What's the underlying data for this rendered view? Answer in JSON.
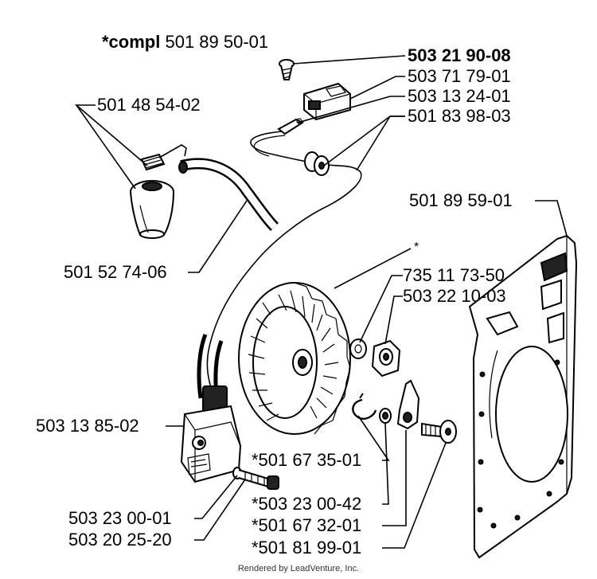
{
  "title": {
    "prefix": "*compl",
    "number": "501 89 50-01"
  },
  "labels": {
    "p1": "503 21 90-08",
    "p2": "503 71 79-01",
    "p3": "503 13 24-01",
    "p4": "501 83 98-03",
    "p5": "501 48 54-02",
    "p6": "501 89 59-01",
    "p7": "501 52 74-06",
    "star": "*",
    "p8": "735 11 73-50",
    "p9": "503 22 10-03",
    "p10": "503 13 85-02",
    "p11": "*501 67 35-01",
    "p12": "503 23 00-01",
    "p13": "*503 23 00-42",
    "p14": "503 20 25-20",
    "p15": "*501 67 32-01",
    "p16": "*501 81 99-01"
  },
  "footer": "Rendered by LeadVenture, Inc."
}
